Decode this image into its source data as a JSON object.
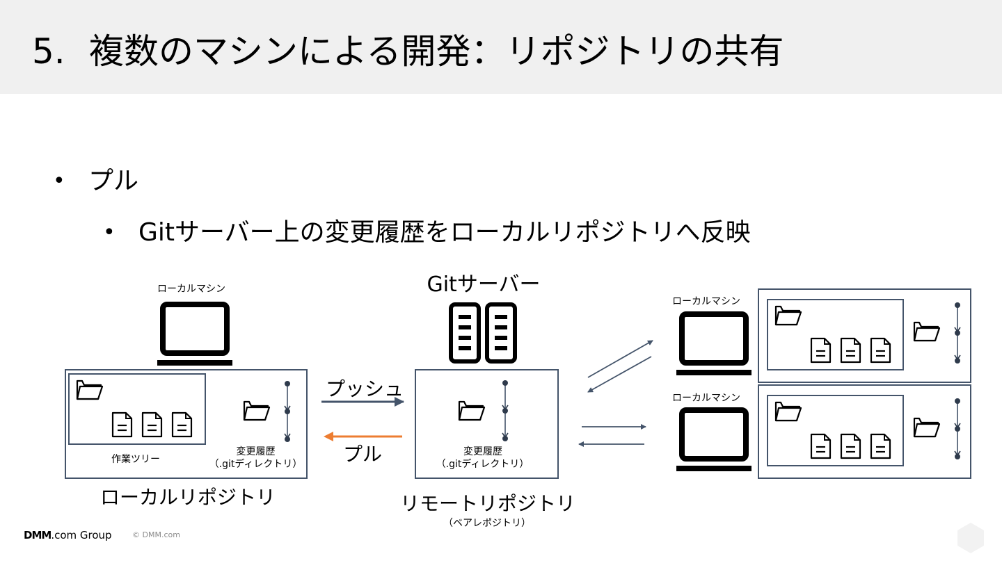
{
  "header": {
    "number": "5.",
    "title": "複数のマシンによる開発：リポジトリの共有"
  },
  "bullets": {
    "level1": "プル",
    "level2": "Gitサーバー上の変更履歴をローカルリポジトリへ反映"
  },
  "diagram": {
    "left_machine_label": "ローカルマシン",
    "work_tree_label": "作業ツリー",
    "history_label": "変更履歴",
    "git_dir_label": "（.gitディレクトリ）",
    "local_repo_label": "ローカルリポジトリ",
    "push_label": "プッシュ",
    "pull_label": "プル",
    "server_label": "Gitサーバー",
    "remote_history_label": "変更履歴",
    "remote_git_dir_label": "（.gitディレクトリ）",
    "remote_repo_label": "リモートリポジトリ",
    "bare_repo_label": "（ベアレポジトリ）",
    "right_machine_1_label": "ローカルマシン",
    "right_machine_2_label": "ローカルマシン",
    "colors": {
      "push_arrow": "#44546a",
      "pull_arrow": "#ed7d31",
      "box_border": "#44546a",
      "dot": "#2f3b4c"
    }
  },
  "footer": {
    "logo_bold": "DMM",
    "logo_rest": ".com Group",
    "copyright": "© DMM.com"
  }
}
